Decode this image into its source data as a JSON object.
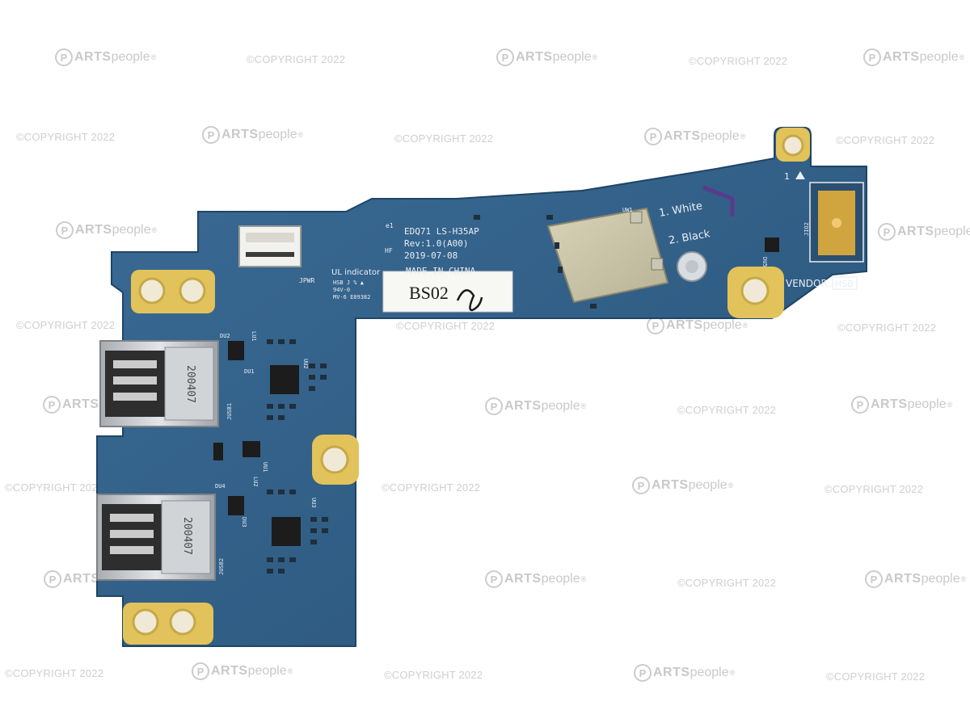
{
  "watermarks": {
    "copyright_text": "©COPYRIGHT 2022",
    "logo_letter": "P",
    "logo_bold": "ARTS",
    "logo_thin": "people",
    "logo_mark": "®"
  },
  "board": {
    "part_number": "EDQ71  LS-H35AP",
    "revision": "Rev:1.0(A00)",
    "date": "2019-07-08",
    "made_in": "MADE IN CHINA",
    "ul_indicator": "UL indicator",
    "ul_line1": "HSB  J  %  ▲",
    "ul_line2": "94V-0",
    "ul_line3": "MV-6  E89382",
    "sticker_text": "BS02",
    "connector_jpwr": "JPWR",
    "antenna_white": "1. White",
    "antenna_black": "2. Black",
    "vendor_label": "VENDOR:",
    "vendor_value": "HSB",
    "wlan_ref": "UW1",
    "jio2_ref": "JIO2",
    "dus_ref": "DU5",
    "pin1_label": "1",
    "usb1_ref": "JUSB1",
    "usb2_ref": "JUSB2",
    "usb_date_code": "200407",
    "du2": "DU2",
    "lu1": "LU1",
    "du1": "DU1",
    "uu2": "UU2",
    "uu1": "UU1",
    "du4": "DU4",
    "lu2": "LU2",
    "du3": "DU3",
    "uu3": "UU3",
    "e_mark": "e1",
    "hf_mark": "HF"
  },
  "colors": {
    "pcb": "#2f5d86",
    "pcb_edge": "#244d73",
    "gold": "#e2c25a",
    "watermark": "#cccccc"
  }
}
